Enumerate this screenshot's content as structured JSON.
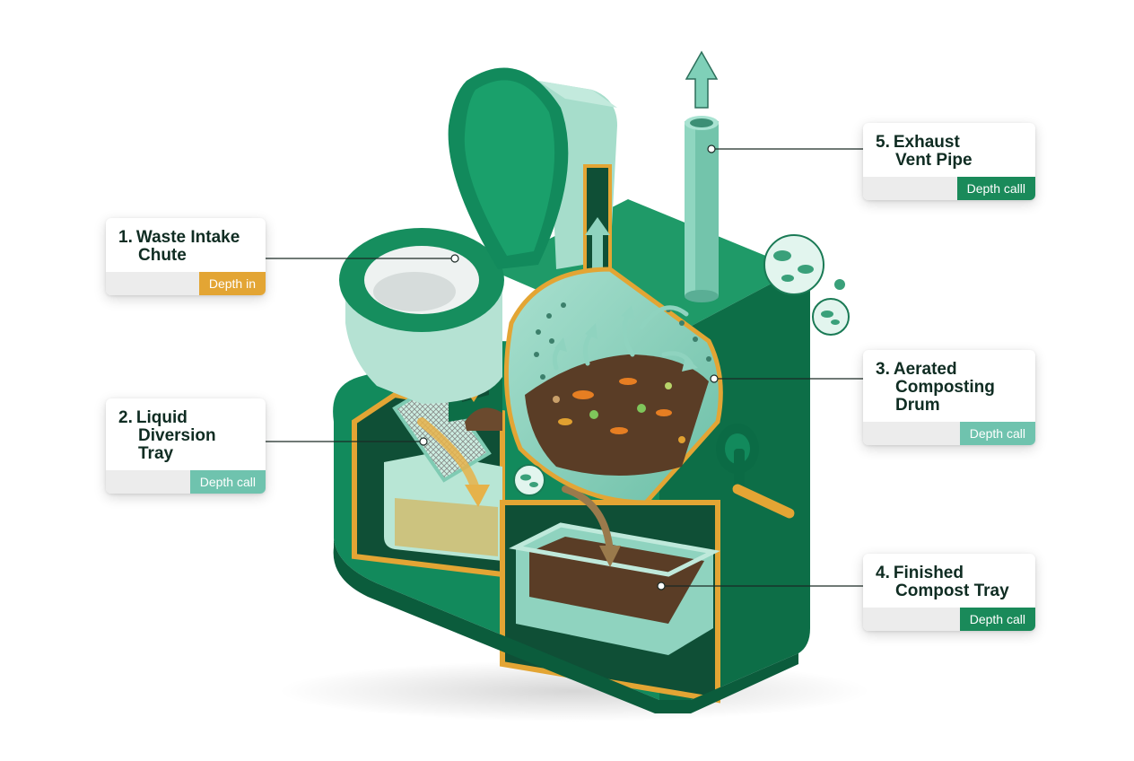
{
  "colors": {
    "body_green": "#128a5c",
    "body_dark": "#0b6b45",
    "mint": "#8fd3bf",
    "amber": "#e3a534",
    "compost": "#6b4a2e",
    "chip_amber": "#e3a534",
    "chip_mint": "#6fc3ae",
    "chip_green": "#1a8a5a"
  },
  "labels": [
    {
      "number": "1.",
      "title_line1": "Waste Intake",
      "title_line2": "Chute",
      "chip": "Depth in",
      "chip_color": "amber"
    },
    {
      "number": "2.",
      "title_line1": "Liquid",
      "title_line2": "Diversion",
      "title_line3": "Tray",
      "chip": "Depth call",
      "chip_color": "mint"
    },
    {
      "number": "3.",
      "title_line1": "Aerated",
      "title_line2": "Composting",
      "title_line3": "Drum",
      "chip": "Depth call",
      "chip_color": "mint"
    },
    {
      "number": "4.",
      "title_line1": "Finished",
      "title_line2": "Compost Tray",
      "chip": "Depth call",
      "chip_color": "green"
    },
    {
      "number": "5.",
      "title_line1": "Exhaust",
      "title_line2": "Vent Pipe",
      "chip": "Depth calll",
      "chip_color": "green"
    }
  ],
  "icons": [
    "microbe-icon",
    "crank-handle-icon",
    "airflow-arrow-icon",
    "vent-arrow-icon"
  ]
}
